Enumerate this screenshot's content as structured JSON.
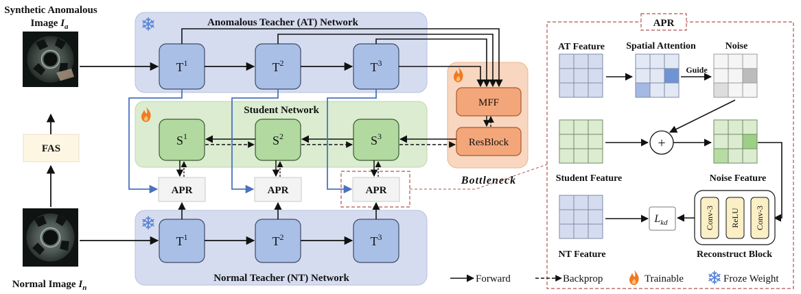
{
  "inputs": {
    "anomalous_title_line1": "Synthetic Anomalous",
    "anomalous_title_line2": "Image ",
    "anomalous_symbol": "I",
    "anomalous_sub": "a",
    "normal_title": "Normal Image ",
    "normal_symbol": "I",
    "normal_sub": "n",
    "fas_label": "FAS"
  },
  "at_network": {
    "title": "Anomalous Teacher (AT) Network",
    "blocks": [
      "T",
      "T",
      "T"
    ],
    "sups": [
      "1",
      "2",
      "3"
    ]
  },
  "student_network": {
    "title": "Student Network",
    "blocks": [
      "S",
      "S",
      "S"
    ],
    "sups": [
      "1",
      "2",
      "3"
    ]
  },
  "nt_network": {
    "title": "Normal Teacher (NT) Network",
    "blocks": [
      "T",
      "T",
      "T"
    ],
    "sups": [
      "1",
      "2",
      "3"
    ]
  },
  "apr_blocks": [
    "APR",
    "APR",
    "APR"
  ],
  "bottleneck": {
    "mff": "MFF",
    "resblock": "ResBlock",
    "title": "Bottleneck"
  },
  "apr_detail": {
    "title": "APR",
    "at_feature": "AT Feature",
    "spatial_attention": "Spatial Attention",
    "noise": "Noise",
    "guide": "Guide",
    "student_feature": "Student Feature",
    "noise_feature": "Noise Feature",
    "nt_feature": "NT Feature",
    "loss_symbol": "L",
    "loss_sub": "kd",
    "plus": "+",
    "reconstruct_block": "Reconstruct Block",
    "layers": [
      "Conv-3",
      "ReLU",
      "Conv-3"
    ]
  },
  "legend": {
    "forward": "Forward",
    "backprop": "Backprop",
    "trainable": "Trainable",
    "freeze": "Froze Weight"
  },
  "colors": {
    "teacher_panel": "#d5dcf0",
    "teacher_block": "#a9bfe6",
    "student_panel": "#dbecd0",
    "student_block": "#b2d9a0",
    "bottleneck_panel": "#f8d6bf",
    "bottleneck_block": "#f3a67a",
    "apr_border": "#b0504f",
    "reconstruct_layer": "#fbefc6",
    "blue_arrow": "#4a72c0",
    "flame": "#f07a22",
    "snowflake": "#5b86d6"
  }
}
